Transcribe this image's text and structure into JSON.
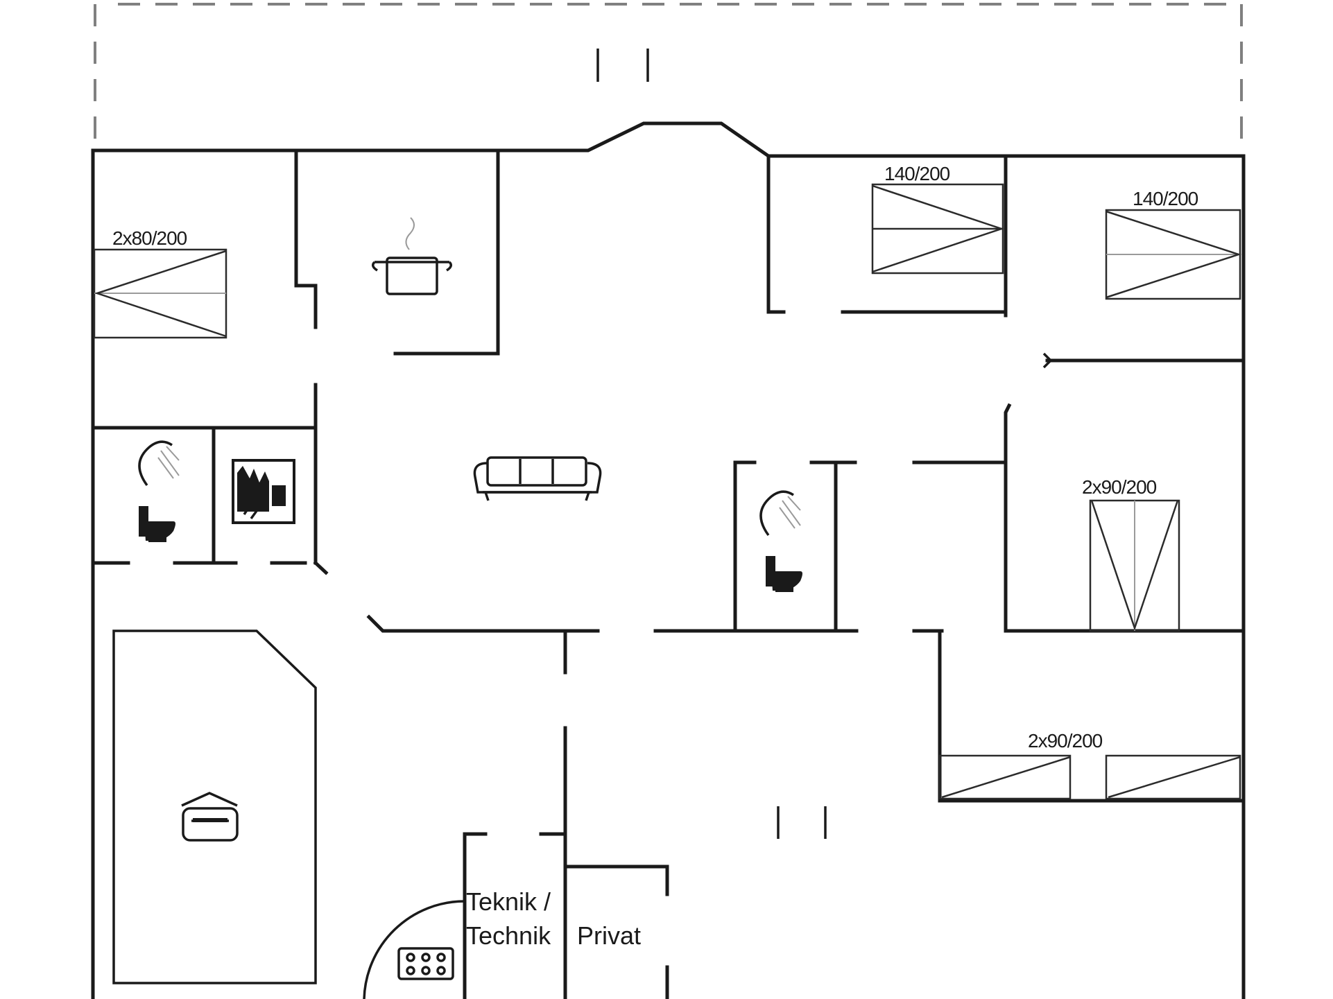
{
  "labels": {
    "bed_left": "2x80/200",
    "bed_top_mid": "140/200",
    "bed_top_right": "140/200",
    "bed_mid_right": "2x90/200",
    "bed_bottom_right": "2x90/200",
    "room_teknik_line1": "Teknik /",
    "room_teknik_line2": "Technik",
    "room_privat": "Privat"
  },
  "icons": [
    "cooking-pot-icon",
    "sofa-icon",
    "shower-icon",
    "toilet-icon",
    "sauna-icon",
    "spa-icon",
    "washing-machine-icon"
  ],
  "colors": {
    "wall": "#1a1a1a",
    "dashed_outline": "#808080",
    "background": "#ffffff"
  }
}
